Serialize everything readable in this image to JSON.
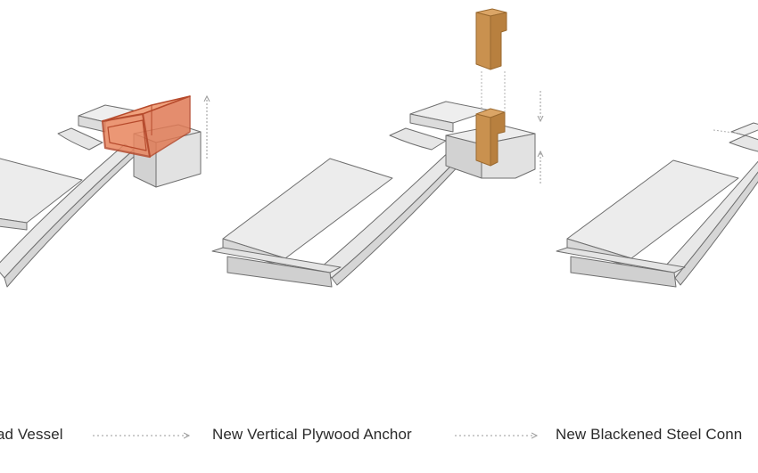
{
  "panels": [
    {
      "caption": "ad Vessel"
    },
    {
      "caption": "New Vertical Plywood Anchor"
    },
    {
      "caption": "New Blackened Steel Conn"
    }
  ],
  "colors": {
    "background": "#ffffff",
    "line": "#6f6f6f",
    "surface_light": "#eeeeee",
    "surface_mid": "#e0e0e0",
    "surface_dark": "#cfcfcf",
    "vessel_fill": "#e8855e",
    "vessel_stroke": "#b64a2c",
    "plywood_fill": "#c9914f",
    "plywood_stroke": "#9b6a30",
    "arrow": "#9a9a9a",
    "caption_text": "#2a2a2a"
  },
  "icons": [
    "up-arrow-icon",
    "down-arrow-icon",
    "dotted-right-arrow-icon"
  ]
}
